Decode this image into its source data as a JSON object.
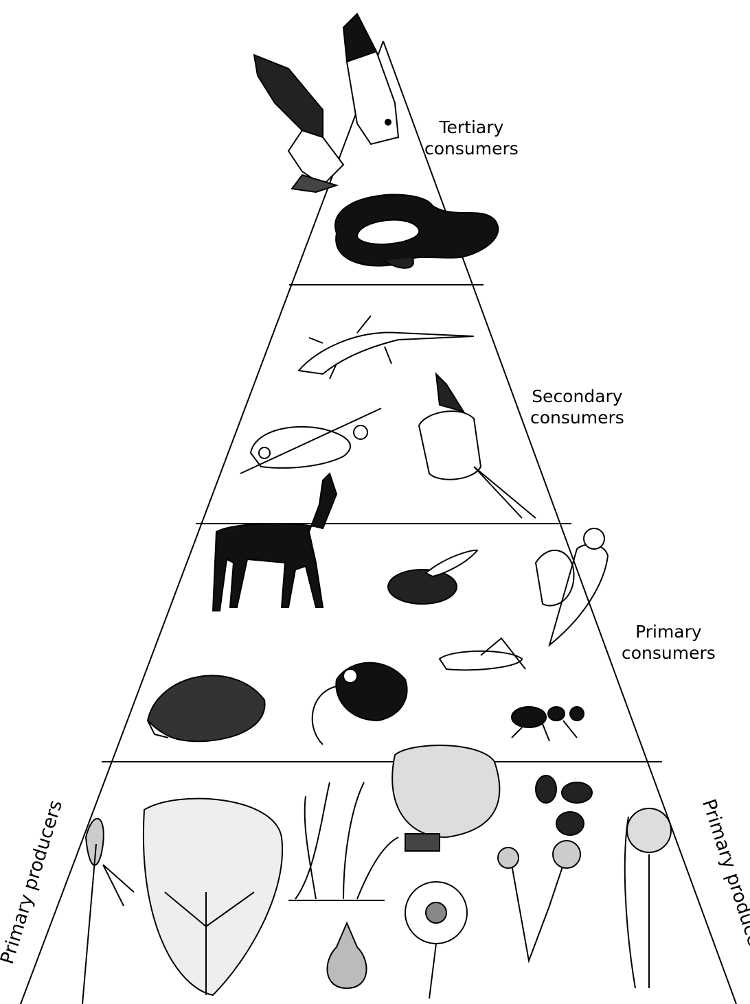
{
  "levels": {
    "tertiary": {
      "line1": "Tertiary",
      "line2": "consumers"
    },
    "secondary": {
      "line1": "Secondary",
      "line2": "consumers"
    },
    "primary_consumers": {
      "line1": "Primary",
      "line2": "consumers"
    },
    "producers_left": "Primary producers",
    "producers_right": "Primary producers"
  },
  "organisms": {
    "tertiary": [
      "hawk",
      "snake"
    ],
    "secondary": [
      "lizard",
      "chameleon",
      "sunbird"
    ],
    "primary_consumers": [
      "antelope",
      "bee",
      "sugarbird",
      "porcupine",
      "mouse",
      "grasshopper",
      "ant"
    ],
    "producers": [
      "grass",
      "shrub",
      "restio",
      "protea",
      "seeds",
      "daisy",
      "bulb",
      "flowering-herb",
      "pincushion"
    ]
  },
  "colors": {
    "ink": "#000000",
    "paper": "#ffffff"
  }
}
